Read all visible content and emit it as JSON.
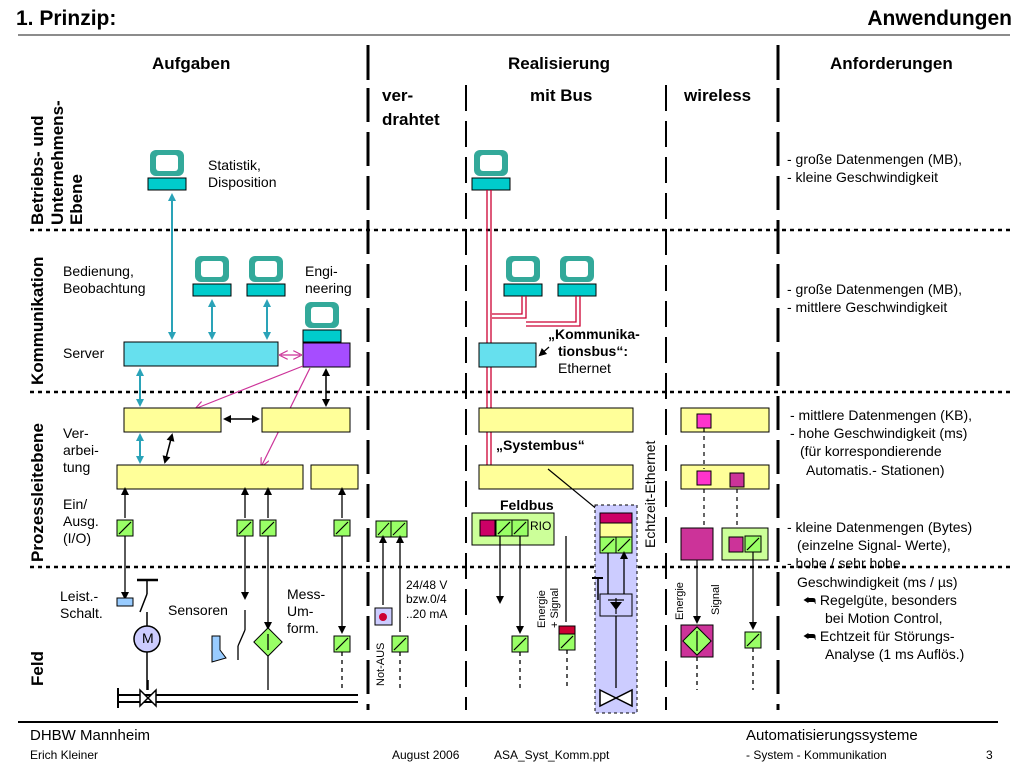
{
  "slide": {
    "title_left": "1. Prinzip:",
    "title_right": "Anwendungen"
  },
  "columns": {
    "aufgaben": "Aufgaben",
    "realisierung": "Realisierung",
    "anforderungen": "Anforderungen",
    "verdrahtet_1": "ver-",
    "verdrahtet_2": "drahtet",
    "mit_bus": "mit Bus",
    "wireless": "wireless"
  },
  "levels": {
    "betrieb_1": "Betriebs- und",
    "betrieb_2": "Unternehmens-",
    "betrieb_3": "Ebene",
    "kommunikation": "Kommunikation",
    "prozessleit": "Prozessleitebene",
    "feld": "Feld"
  },
  "labels": {
    "statistik_1": "Statistik,",
    "statistik_2": "Disposition",
    "bedienung_1": "Bedienung,",
    "bedienung_2": "Beobachtung",
    "engi_1": "Engi-",
    "engi_2": "neering",
    "server": "Server",
    "verarb_1": "Ver-",
    "verarb_2": "arbei-",
    "verarb_3": "tung",
    "einaus_1": "Ein/",
    "einaus_2": "Ausg.",
    "einaus_3": "(I/O)",
    "leist_1": "Leist.-",
    "leist_2": "Schalt.",
    "sensoren": "Sensoren",
    "mess_1": "Mess-",
    "mess_2": "Um-",
    "mess_3": "form.",
    "motor": "M",
    "volt_1": "24/48 V",
    "volt_2": "bzw.0/4",
    "volt_3": "..20 mA",
    "not_aus": "Not-AUS",
    "kommbus_1": "„Kommunika-",
    "kommbus_2": "tionsbus“:",
    "kommbus_3": "Ethernet",
    "systembus": "„Systembus“",
    "feldbus": "Feldbus",
    "rio": "RIO",
    "echtzeit": "Echtzeit-Ethernet",
    "energie_signal_1": "Energie",
    "energie_signal_2": "+ Signal",
    "w_energie": "Energie",
    "w_signal": "Signal"
  },
  "requirements": {
    "r1": "- große Datenmengen (MB),",
    "r2": "- kleine Geschwindigkeit",
    "r3": "- große Datenmengen (MB),",
    "r4": "- mittlere Geschwindigkeit",
    "r5": "- mittlere Datenmengen (KB),",
    "r6": "- hohe Geschwindigkeit (ms)",
    "r7": "(für korrespondierende",
    "r8": "Automatis.- Stationen)",
    "r9": "- kleine Datenmengen (Bytes)",
    "r10": "(einzelne Signal- Werte),",
    "r11": "- hohe / sehr hohe",
    "r12": "Geschwindigkeit (ms / µs)",
    "r13": "Regelgüte, besonders",
    "r14": "bei Motion Control,",
    "r15": "Echtzeit für Störungs-",
    "r16": "Analyse (1 ms Auflös.)",
    "arrow": "⮪"
  },
  "footer": {
    "org": "DHBW  Mannheim",
    "author": "Erich Kleiner",
    "date": "August 2006",
    "file": "ASA_Syst_Komm.ppt",
    "course_1": "Automatisierungssysteme",
    "course_2": "- System - Kommunikation",
    "page": "3"
  },
  "colors": {
    "monitor": "#33a99a",
    "screen": "#00cccc",
    "yellow": "#ffff99",
    "green": "#99ff66",
    "cyan": "#66e0ee",
    "purple": "#a64dff",
    "pink": "#cc3399",
    "red": "#cc0033",
    "blue_arrow": "#2aa3b8",
    "band": "#ccccff"
  }
}
